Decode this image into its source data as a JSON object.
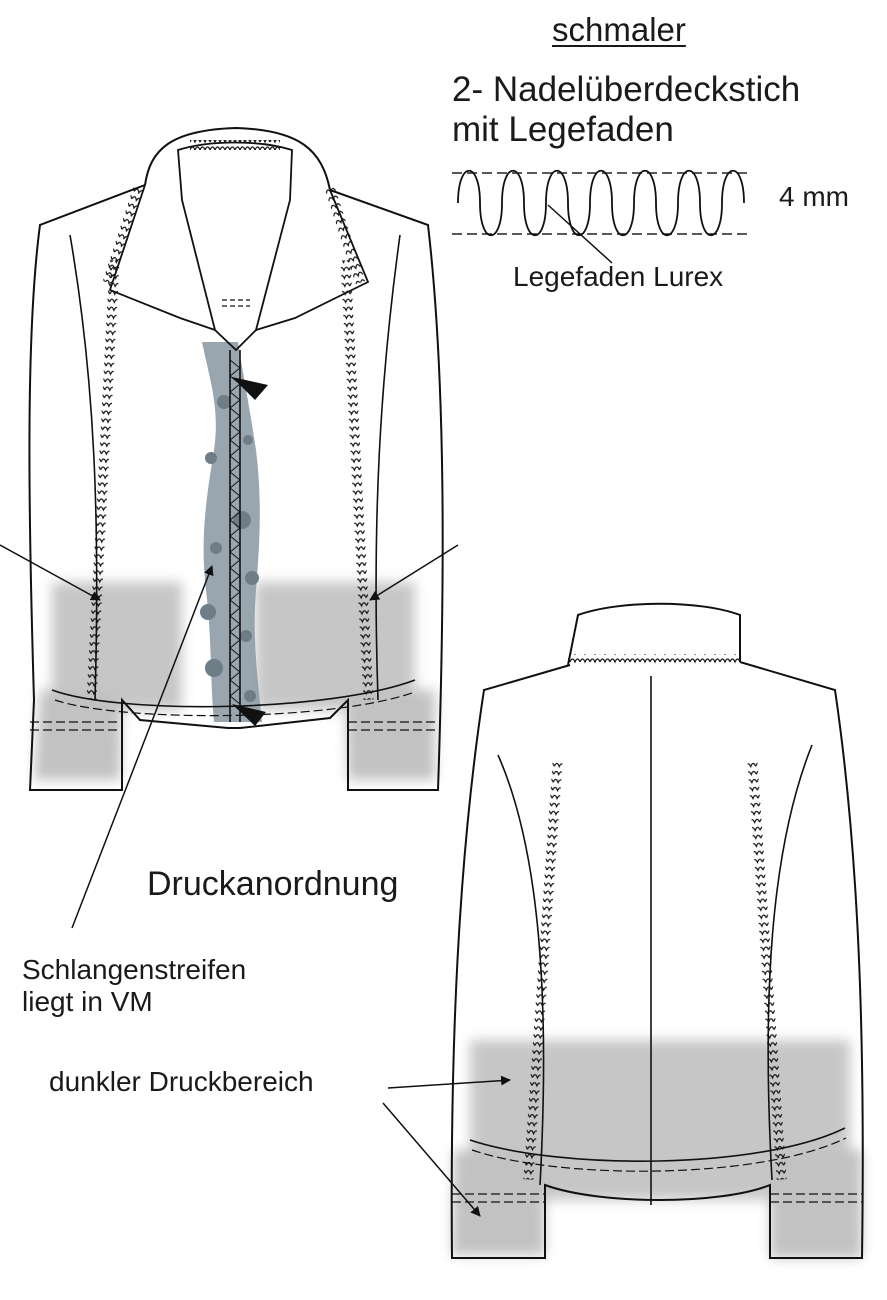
{
  "labels": {
    "title": "schmaler",
    "stitch_line1": "2- Nadelüberdeckstich",
    "stitch_line2": "mit Legefaden",
    "width": "4 mm",
    "thread": "Legefaden Lurex",
    "print_layout": "Druckanordnung",
    "snake_line1": "Schlangenstreifen",
    "snake_line2": "liegt in VM",
    "dark_area": "dunkler Druckbereich"
  },
  "colors": {
    "line": "#1a1a1a",
    "print_grey": "#bdbdbd",
    "snake_stripe": "#8e9ca6",
    "snake_dots": "#6f7d87"
  }
}
